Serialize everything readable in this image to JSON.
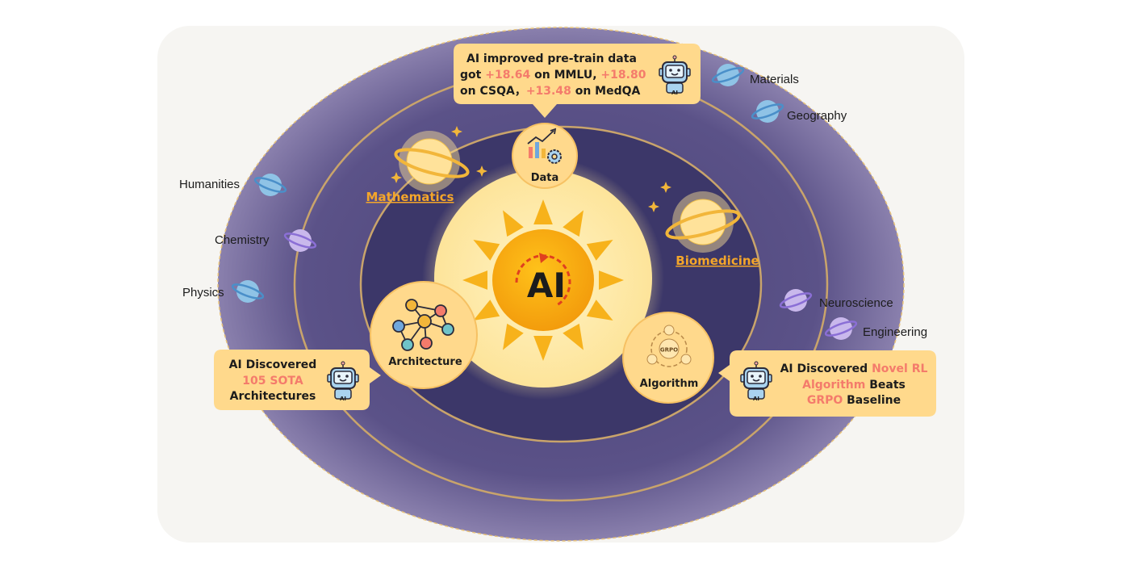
{
  "colors": {
    "outer_disc": "#6e6399",
    "inner_disc": "#3f3a6c",
    "orbit_line": "#c9a46b",
    "sun_glow": "#fde9a6",
    "sun_ray": "#f7b21b",
    "sun_core": "#f4a20d",
    "highlight": "#f7a6a0",
    "callout_bg": "#ffd98c",
    "label_orange": "#f4a62a",
    "planet_blue": "#8fc3e6",
    "planet_purple": "#b9a8e6",
    "planet_yellow": "#ffd77a"
  },
  "center": {
    "label": "AI"
  },
  "nodes": {
    "data": {
      "label": "Data",
      "icon": "bar-chart-gear-icon"
    },
    "architecture": {
      "label": "Architecture",
      "icon": "neural-network-icon"
    },
    "algorithm": {
      "label": "Algorithm",
      "icon": "grpo-cycle-icon",
      "icon_text": "GRPO"
    }
  },
  "domains_highlight": {
    "mathematics": "Mathematics",
    "biomedicine": "Biomedicine"
  },
  "domains": {
    "materials": "Materials",
    "geography": "Geography",
    "humanities": "Humanities",
    "chemistry": "Chemistry",
    "physics": "Physics",
    "neuroscience": "Neuroscience",
    "engineering": "Engineering"
  },
  "callouts": {
    "data": {
      "line1": "AI improved pre-train data",
      "line2_a": "got ",
      "line2_b": "+18.64",
      "line2_c": " on MMLU, ",
      "line2_d": "+18.80",
      "line3_a": "on CSQA，",
      "line3_b": "+13.48",
      "line3_c": " on MedQA"
    },
    "architecture": {
      "line1": "AI Discovered",
      "line2": "105 SOTA",
      "line3": "Architectures"
    },
    "algorithm": {
      "line1_a": "AI Discovered ",
      "line1_b": "Novel RL",
      "line2_a": "Algorithm",
      "line2_b": " Beats",
      "line3_a": "GRPO",
      "line3_b": " Baseline"
    }
  },
  "robot": {
    "icon": "robot-icon",
    "badge": "AI"
  }
}
